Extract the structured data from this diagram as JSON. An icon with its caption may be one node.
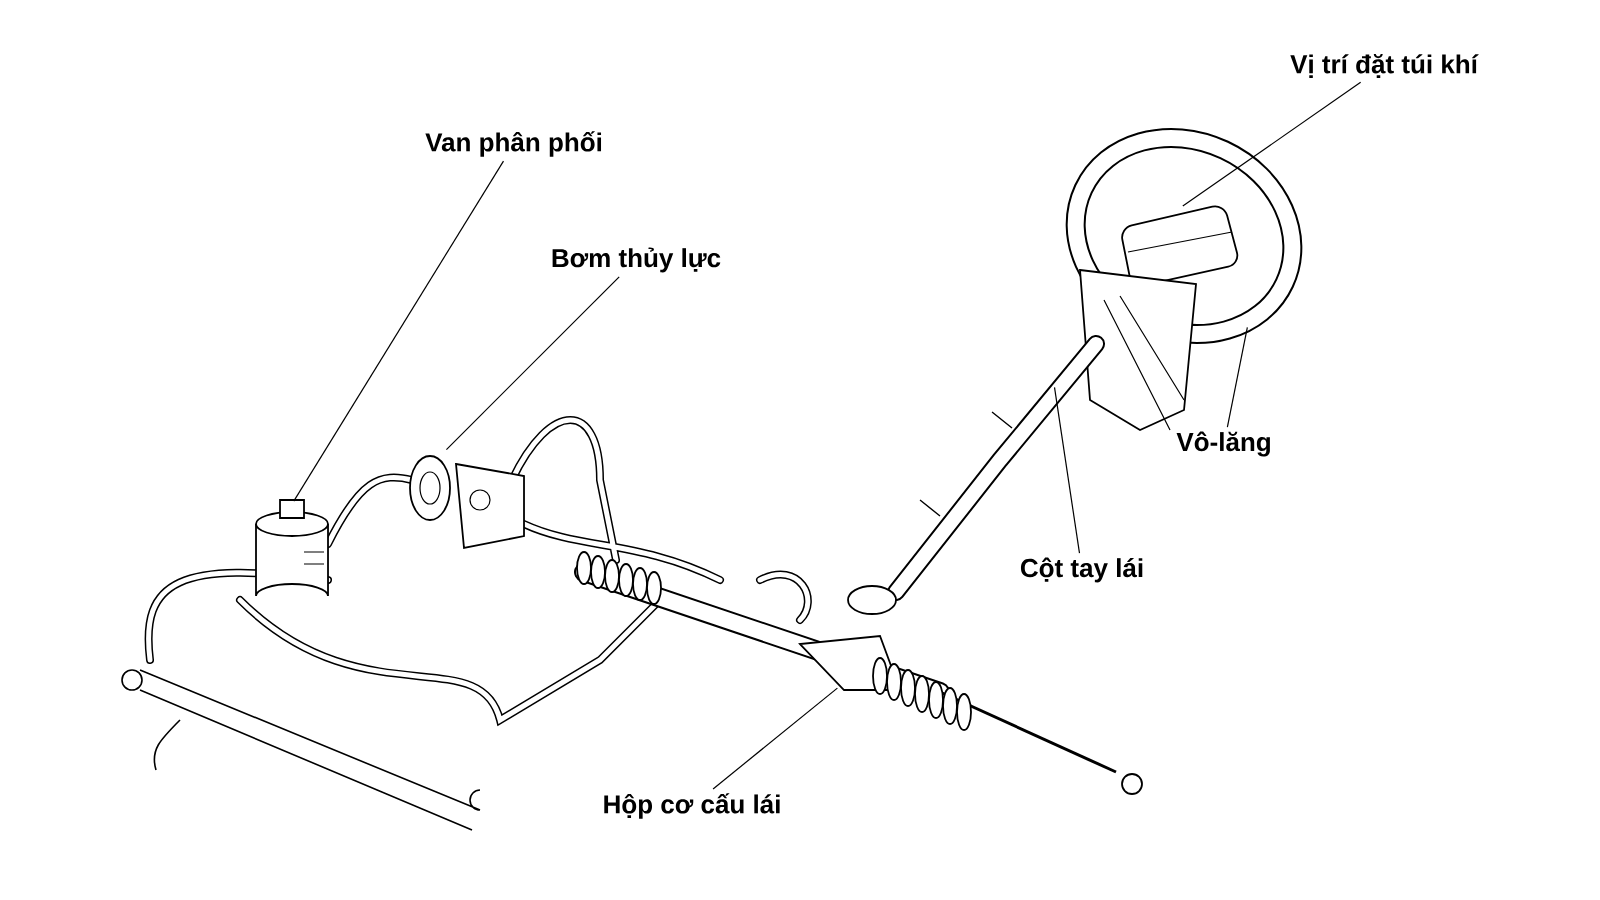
{
  "diagram": {
    "nodes": [
      {
        "text": [
          "Vị trí đặt túi khí"
        ]
      },
      {
        "text": [
          "Van phân phối"
        ]
      },
      {
        "text": [
          "Bơm thủy lực"
        ]
      },
      {
        "text": [
          "Vô-lăng"
        ]
      },
      {
        "text": [
          "Cột tay lái"
        ]
      },
      {
        "text": [
          "Hộp cơ cấu lái"
        ]
      },
      {
        "text": [],
        "shape": "picture",
        "in": 9
      },
      {
        "text": [],
        "shape": "cylinder"
      },
      {
        "text": [],
        "shape": "picture"
      },
      {
        "text": [],
        "shape": "picture"
      },
      {
        "text": [],
        "shape": "picture"
      },
      {
        "text": [],
        "shape": "picture"
      }
    ],
    "edges": [
      {
        "from": 0,
        "to": 6,
        "arrow": "none"
      },
      {
        "from": 1,
        "to": 7,
        "arrow": "none"
      },
      {
        "from": 2,
        "to": 8,
        "arrow": "none"
      },
      {
        "from": 3,
        "to": 9,
        "arrow": "none"
      },
      {
        "from": 4,
        "to": 10,
        "arrow": "none"
      },
      {
        "from": 5,
        "to": 11,
        "arrow": "none"
      }
    ]
  }
}
